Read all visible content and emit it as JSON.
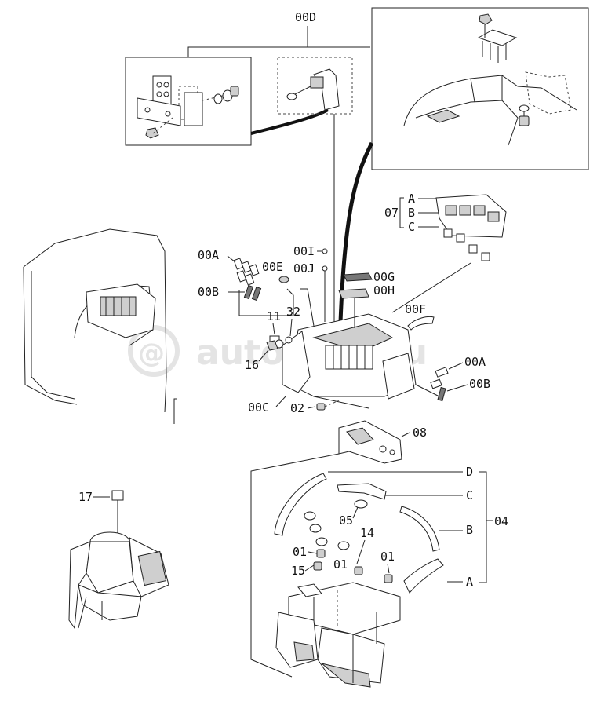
{
  "watermark": "autopiter.ru",
  "labels": {
    "l00D": "00D",
    "l07": "07",
    "l07A": "A",
    "l07B": "B",
    "l07C": "C",
    "l00A_left": "00A",
    "l00E": "00E",
    "l00B_left": "00B",
    "l00I": "00I",
    "l00J": "00J",
    "l00G": "00G",
    "l00H": "00H",
    "l00F": "00F",
    "l11": "11",
    "l32": "32",
    "l16": "16",
    "l00A_right": "00A",
    "l00B_right": "00B",
    "l00C": "00C",
    "l02": "02",
    "l08": "08",
    "l17": "17",
    "l04D": "D",
    "l04C": "C",
    "l04B": "B",
    "l04A": "A",
    "l04": "04",
    "l05": "05",
    "l01_a": "01",
    "l14": "14",
    "l15": "15",
    "l01_b": "01",
    "l01_c": "01"
  }
}
